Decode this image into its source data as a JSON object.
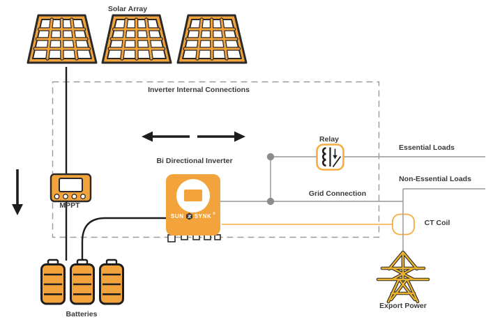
{
  "title": "Inverter Internal Connections",
  "labels": {
    "solar_array": "Solar Array",
    "bi_directional_inverter": "Bi Directional Inverter",
    "mppt": "MPPT",
    "relay": "Relay",
    "essential_loads": "Essential Loads",
    "non_essential_loads": "Non-Essential Loads",
    "grid_connection": "Grid Connection",
    "ct_coil": "CT Coil",
    "export_power": "Export Power",
    "batteries": "Batteries"
  },
  "brand": {
    "part1": "SUN",
    "part2": "SYNK",
    "reg": "®"
  },
  "colors": {
    "orange": "#F2A33B",
    "accent_orange": "#F5AC40",
    "outline_dark": "#2B2A29",
    "flow_black": "#1D1D1B",
    "line_gray": "#A5A5A5",
    "junction_gray": "#8C8C8C",
    "dashed_gray": "#9A9A9A",
    "text_gray": "#3A3A39",
    "tower_gold": "#ECB32D"
  }
}
